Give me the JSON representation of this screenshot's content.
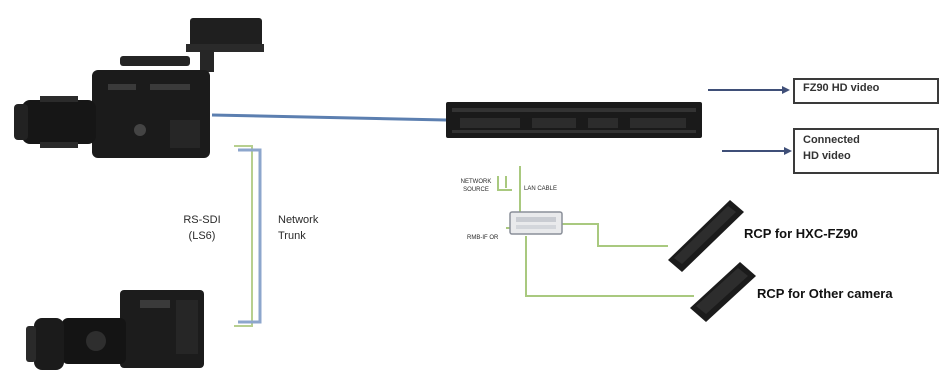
{
  "left_labels": {
    "rs_line1": "RS-SDI",
    "rs_line2": "(LS6)",
    "net_line1": "Network",
    "net_line2": "Trunk"
  },
  "switch_labels": {
    "top_left_line1": "NETWORK",
    "top_left_line2": "SOURCE",
    "top_right": "LAN CABLE",
    "side": "RMB-IF OR"
  },
  "outputs": {
    "out1": "FZ90 HD video",
    "out2_line1": "Connected",
    "out2_line2": "HD video"
  },
  "rcp_labels": {
    "rcp1": "RCP for HXC-FZ90",
    "rcp2": "RCP for Other camera"
  },
  "colors": {
    "main_link": "#5c7fb0",
    "bracket_blue": "#8da6cc",
    "bracket_green": "#b7cf8f",
    "cable_green": "#a9c97f",
    "device_dark": "#1a1a1a",
    "text": "#2a2a2a"
  }
}
